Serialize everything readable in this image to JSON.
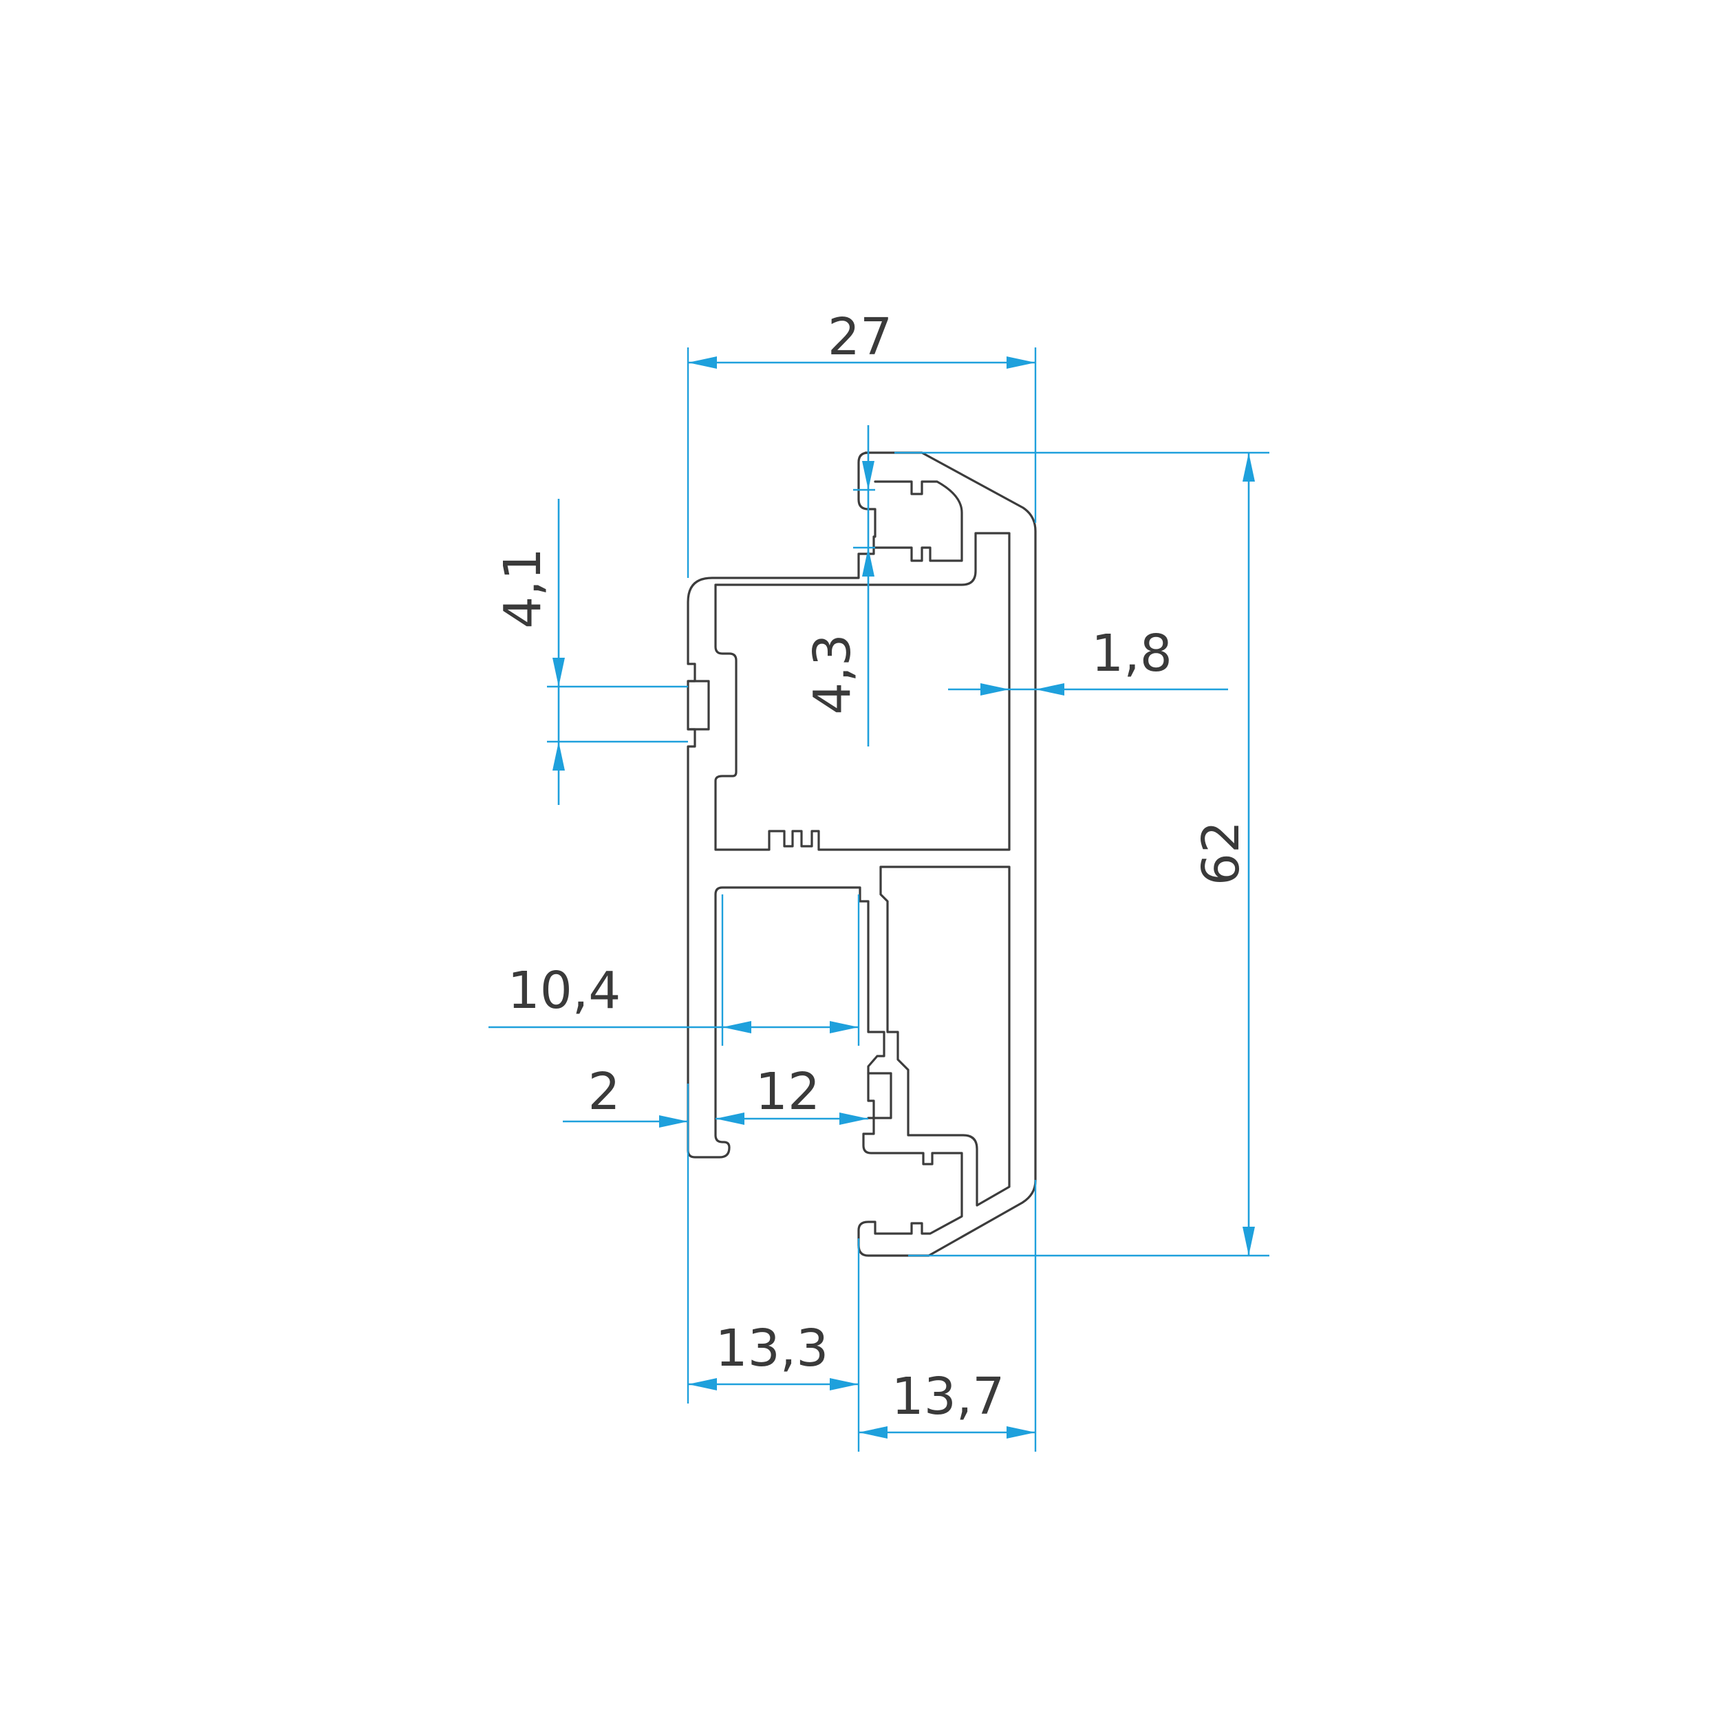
{
  "colors": {
    "profile": "#3c3c3c",
    "dimension": "#1ea0dc",
    "label": "#3a3a3a",
    "background": "#ffffff"
  },
  "dimensions": {
    "overall_width": "27",
    "overall_height": "62",
    "upper_slot": "4,1",
    "upper_cavity": "4,3",
    "wall": "1,8",
    "inner_channel": "10,4",
    "left_wall": "2",
    "channel_offset": "12",
    "left_part": "13,3",
    "right_part": "13,7"
  }
}
